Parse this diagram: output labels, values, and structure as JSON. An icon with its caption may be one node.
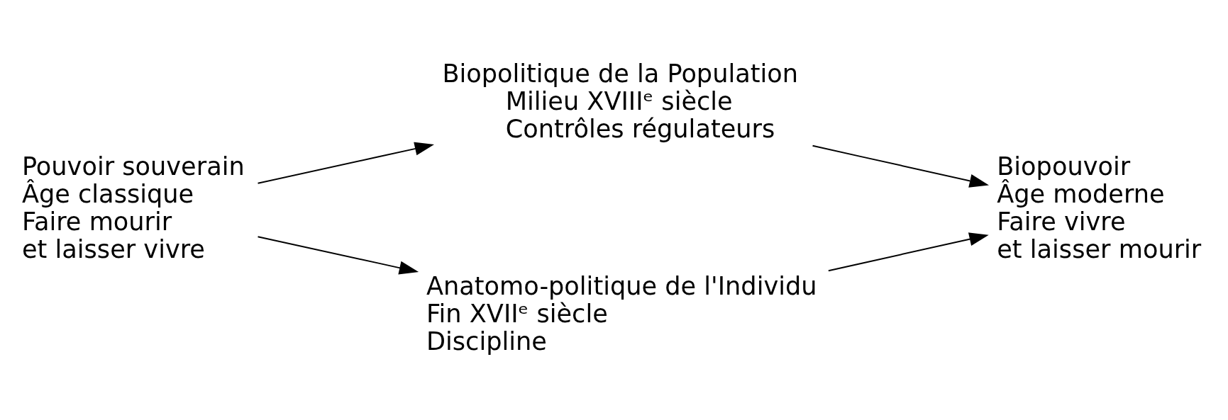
{
  "diagram": {
    "nodes": [
      {
        "text": [
          "Pouvoir souverain",
          "Âge classique",
          "Faire mourir et laisser vivre"
        ]
      },
      {
        "text": [
          "Biopolitique de la Population",
          "Milieu XVIIIᵉ siècle",
          "Contrôles régulateurs"
        ]
      },
      {
        "text": [
          "Anatomo-politique de l'Individu",
          "Fin XVIIᵉ siècle",
          "Discipline"
        ]
      },
      {
        "text": [
          "Biopouvoir",
          "Âge moderne",
          "Faire vivre et laisser mourir"
        ]
      }
    ],
    "edges": [
      {
        "from": 0,
        "to": 1,
        "arrow": "to"
      },
      {
        "from": 0,
        "to": 2,
        "arrow": "to"
      },
      {
        "from": 1,
        "to": 3,
        "arrow": "to"
      },
      {
        "from": 2,
        "to": 3,
        "arrow": "to"
      }
    ]
  }
}
